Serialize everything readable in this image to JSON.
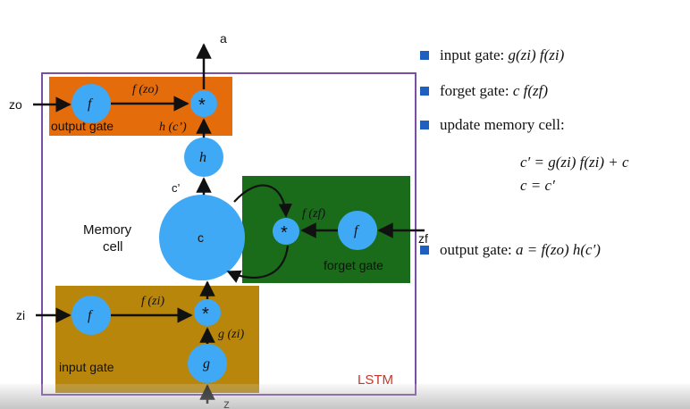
{
  "diagram": {
    "outer_box_label": "LSTM",
    "output_label": "a",
    "input_labels": {
      "zo": "zo",
      "zi": "zi",
      "zf": "zf",
      "z": "z"
    },
    "memory_cell_label": "Memory\ncell",
    "memory_cell_line1": "Memory",
    "memory_cell_line2": "cell",
    "cell_symbol": "c",
    "cell_prime": "c’",
    "output_gate": {
      "label": "output gate",
      "f_text": "f",
      "fz_label": "f (zo)",
      "h_label": "h (c’)",
      "mult": "*"
    },
    "h_node": "h",
    "forget_gate": {
      "label": "forget gate",
      "f_text": "f",
      "fz_label": "f (zf)",
      "mult": "*"
    },
    "input_gate": {
      "label": "input gate",
      "f_text": "f",
      "fz_label": "f (zi)",
      "g_label": "g (zi)",
      "g_text": "g",
      "mult": "*"
    },
    "colors": {
      "output_gate": "#e46c0a",
      "forget_gate": "#1a6b1a",
      "input_gate": "#b8860b",
      "node": "#3fa9f5",
      "outer_box": "#7a4fa3",
      "lstm_text": "#c0392b"
    }
  },
  "side_notes": {
    "input_gate_prefix": "input gate:",
    "input_gate_formula": "g(zi) f(zi)",
    "forget_gate_prefix": "forget gate:",
    "forget_gate_formula": "c f(zf)",
    "update_prefix": "update memory cell:",
    "update_eq1": "c′ = g(zi) f(zi) + c",
    "update_eq2": "c = c′",
    "output_gate_prefix": "output gate:",
    "output_gate_formula": "a = f(zo) h(c′)"
  }
}
